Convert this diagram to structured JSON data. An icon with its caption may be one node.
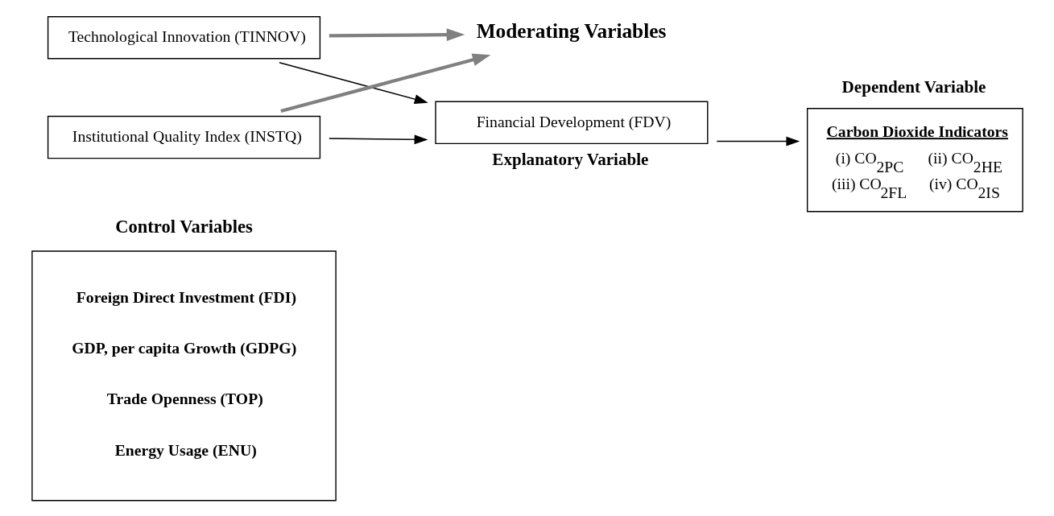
{
  "diagram": {
    "nodes": [
      {
        "text": [
          "Control Variables",
          "Foreign Direct Investment (FDI)",
          "GDP, per capita Growth (GDPG)",
          "Trade Openness (TOP)",
          "Energy Usage (ENU)"
        ]
      },
      {
        "text": [
          "Technological Innovation (TINNOV)"
        ]
      },
      {
        "text": [
          "Moderating Variables"
        ]
      },
      {
        "text": [
          "Institutional Quality Index (INSTQ)"
        ]
      },
      {
        "text": [
          "Financial Development (FDV)"
        ],
        "beside": [
          "Explanatory Variable"
        ]
      },
      {
        "text": [
          "Carbon Dioxide Indicators",
          "(i) CO$_{2PC}$",
          "(ii) CO$_{2HE}$",
          "(iii) CO$_{2FL}$",
          "(iv) CO$_{2IS}$"
        ],
        "beside": [
          "Dependent Variable"
        ]
      }
    ],
    "edges": [
      {
        "from": 1,
        "to": 2,
        "arrow": "to",
        "style": "thick",
        "color": "#808080"
      },
      {
        "from": 3,
        "to": 2,
        "arrow": "to",
        "style": "thick",
        "color": "#808080"
      },
      {
        "from": 1,
        "to": 4,
        "arrow": "to"
      },
      {
        "from": 3,
        "to": 4,
        "arrow": "to"
      },
      {
        "from": 4,
        "to": 5,
        "arrow": "to"
      }
    ]
  }
}
